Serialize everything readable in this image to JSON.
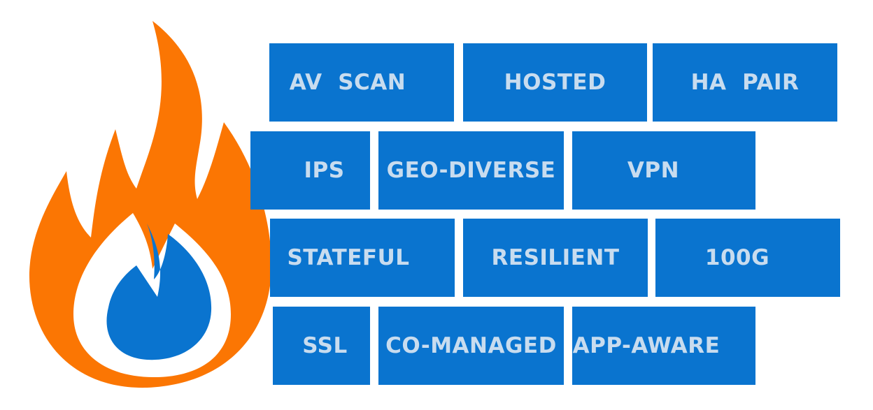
{
  "colors": {
    "brick": "#0a74cf",
    "brick_text": "#c8dcef",
    "flame_orange": "#fb7603",
    "flame_blue": "#0a74cf",
    "background": "#ffffff"
  },
  "icons": {
    "flame": "flame-icon"
  },
  "wall": {
    "row1": [
      "AV  SCAN",
      "HOSTED",
      "HA  PAIR"
    ],
    "row2": [
      "IPS",
      "GEO-DIVERSE",
      "VPN"
    ],
    "row3": [
      "STATEFUL",
      "RESILIENT",
      "100G"
    ],
    "row4": [
      "SSL",
      "CO-MANAGED",
      "APP-AWARE"
    ]
  }
}
